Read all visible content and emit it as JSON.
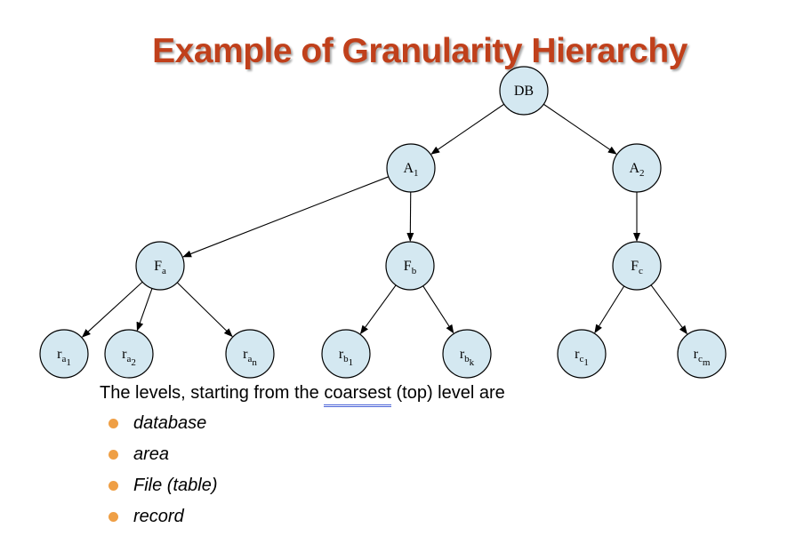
{
  "title": "Example of Granularity Hierarchy",
  "tree": {
    "nodes": [
      {
        "id": "db",
        "label": "DB",
        "sub": "",
        "subsub": ""
      },
      {
        "id": "a1",
        "label": "A",
        "sub": "1",
        "subsub": ""
      },
      {
        "id": "a2",
        "label": "A",
        "sub": "2",
        "subsub": ""
      },
      {
        "id": "fa",
        "label": "F",
        "sub": "a",
        "subsub": ""
      },
      {
        "id": "fb",
        "label": "F",
        "sub": "b",
        "subsub": ""
      },
      {
        "id": "fc",
        "label": "F",
        "sub": "c",
        "subsub": ""
      },
      {
        "id": "ra1",
        "label": "r",
        "sub": "a",
        "subsub": "1"
      },
      {
        "id": "ra2",
        "label": "r",
        "sub": "a",
        "subsub": "2"
      },
      {
        "id": "ran",
        "label": "r",
        "sub": "a",
        "subsub": "n"
      },
      {
        "id": "rb1",
        "label": "r",
        "sub": "b",
        "subsub": "1"
      },
      {
        "id": "rbk",
        "label": "r",
        "sub": "b",
        "subsub": "k"
      },
      {
        "id": "rc1",
        "label": "r",
        "sub": "c",
        "subsub": "1"
      },
      {
        "id": "rcm",
        "label": "r",
        "sub": "c",
        "subsub": "m"
      }
    ],
    "edges": [
      [
        "db",
        "a1"
      ],
      [
        "db",
        "a2"
      ],
      [
        "a1",
        "fa"
      ],
      [
        "a1",
        "fb"
      ],
      [
        "a2",
        "fc"
      ],
      [
        "fa",
        "ra1"
      ],
      [
        "fa",
        "ra2"
      ],
      [
        "fa",
        "ran"
      ],
      [
        "fb",
        "rb1"
      ],
      [
        "fb",
        "rbk"
      ],
      [
        "fc",
        "rc1"
      ],
      [
        "fc",
        "rcm"
      ]
    ]
  },
  "intro": {
    "before": "The levels, starting from the ",
    "highlight": "coarsest",
    "after": " (top) level are"
  },
  "levels": [
    "database",
    "area",
    "File (table)",
    "record"
  ],
  "colors": {
    "title": "#c0401b",
    "node_fill": "#d4e8f1",
    "bullet": "#ef9f45",
    "highlight_underline": "#4a63d8"
  }
}
